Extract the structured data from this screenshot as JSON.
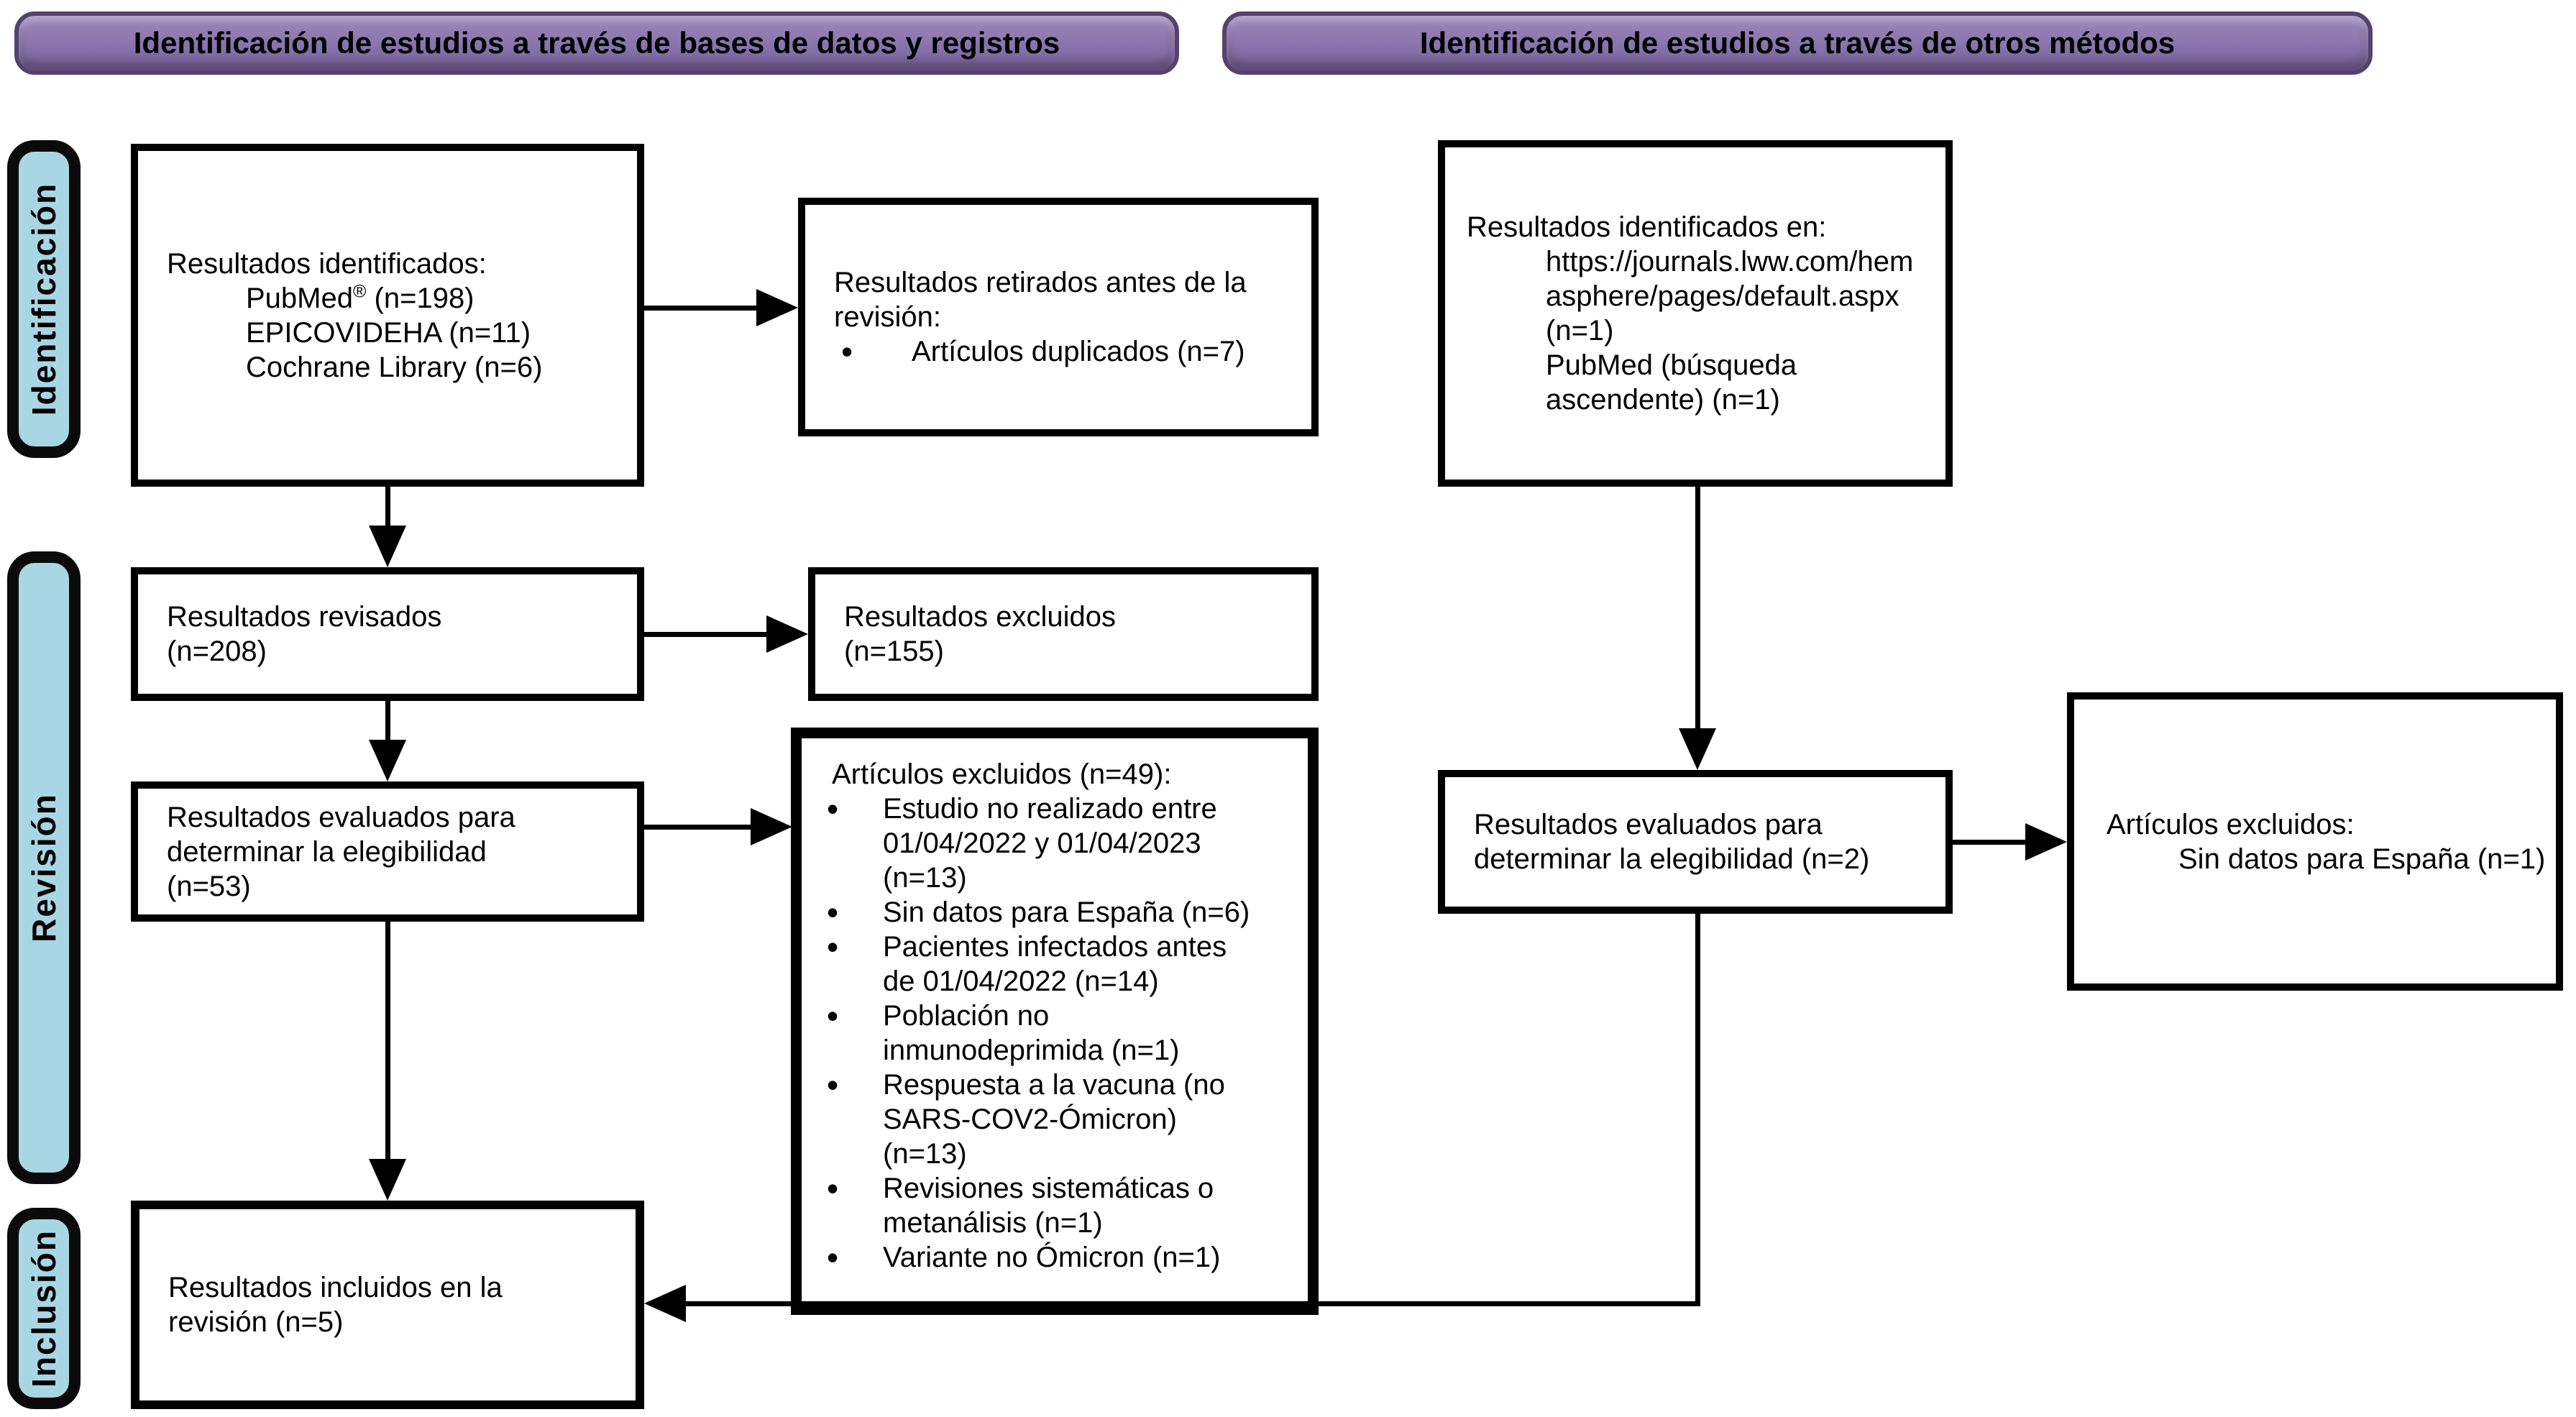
{
  "colors": {
    "header_fill": "#8973ac",
    "header_border": "#54436f",
    "stage_fill": "#a9d6e3",
    "box_border": "#000000",
    "background": "#ffffff"
  },
  "headers": {
    "databases": "Identificación de estudios a través de bases de datos y registros",
    "other_methods": "Identificación de estudios a través de otros métodos"
  },
  "stages": {
    "identification": "Identificación",
    "screening": "Revisión",
    "inclusion": "Inclusión"
  },
  "boxes": {
    "records_identified": {
      "title": "Resultados identificados:",
      "pubmed": {
        "pre": "PubMed",
        "sup": "®",
        "post": " (n=198)"
      },
      "epicovideha": "EPICOVIDEHA (n=11)",
      "cochrane": "Cochrane Library (n=6)"
    },
    "records_removed": {
      "lines": [
        "Resultados retirados antes de la",
        "revisión:"
      ],
      "bullet": "Artículos duplicados (n=7)"
    },
    "records_identified_other": {
      "title": "Resultados identificados en:",
      "lines": [
        "https://journals.lww.com/hem",
        "asphere/pages/default.aspx",
        "(n=1)",
        "PubMed (búsqueda",
        "ascendente) (n=1)"
      ]
    },
    "records_screened": {
      "lines": [
        "Resultados revisados",
        "(n=208)"
      ]
    },
    "records_excluded": {
      "lines": [
        "Resultados excluidos",
        "(n=155)"
      ]
    },
    "reports_assessed": {
      "lines": [
        "Resultados evaluados para",
        "determinar la elegibilidad",
        "(n=53)"
      ]
    },
    "articles_excluded_list": {
      "title": "Artículos excluidos (n=49):",
      "bullets": [
        {
          "lines": [
            "Estudio no realizado entre",
            "01/04/2022 y 01/04/2023",
            "(n=13)"
          ]
        },
        {
          "lines": [
            "Sin datos para España (n=6)"
          ]
        },
        {
          "lines": [
            "Pacientes infectados antes",
            "de 01/04/2022 (n=14)"
          ]
        },
        {
          "lines": [
            "Población no",
            "inmunodeprimida (n=1)"
          ]
        },
        {
          "lines": [
            "Respuesta a la vacuna (no",
            "SARS-COV2-Ómicron)",
            "(n=13)"
          ]
        },
        {
          "lines": [
            "Revisiones sistemáticas o",
            "metanálisis (n=1)"
          ]
        },
        {
          "lines": [
            "Variante no Ómicron (n=1)"
          ]
        }
      ]
    },
    "reports_assessed_other": {
      "lines": [
        "Resultados evaluados para",
        "determinar la elegibilidad (n=2)"
      ]
    },
    "articles_excluded_other": {
      "title": "Artículos excluidos:",
      "line": "Sin datos para España (n=1)"
    },
    "records_included": {
      "lines": [
        "Resultados incluidos en la",
        "revisión (n=5)"
      ]
    }
  }
}
